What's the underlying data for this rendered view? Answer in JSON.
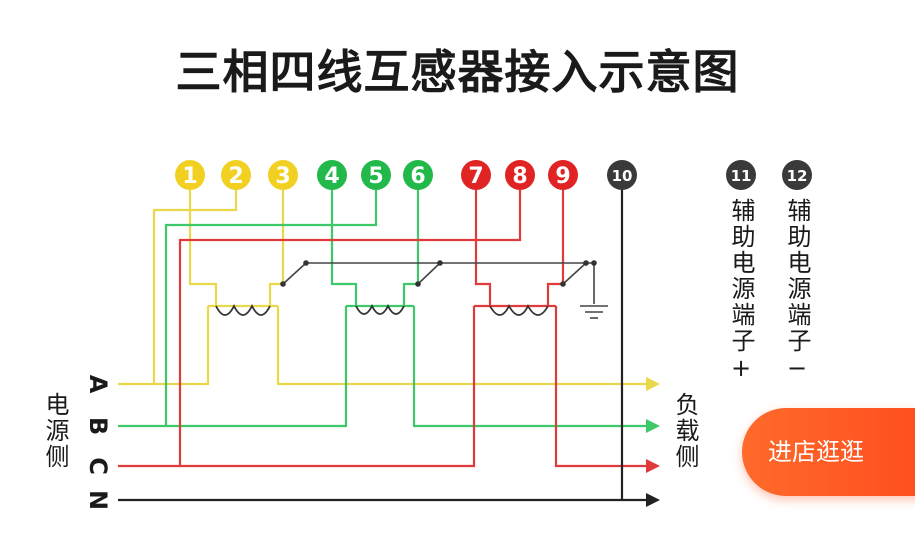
{
  "title": "三相四线互感器接入示意图",
  "terminals": [
    {
      "label": "1",
      "color": "#f2d022"
    },
    {
      "label": "2",
      "color": "#f2d022"
    },
    {
      "label": "3",
      "color": "#f2d022"
    },
    {
      "label": "4",
      "color": "#22b84a"
    },
    {
      "label": "5",
      "color": "#22b84a"
    },
    {
      "label": "6",
      "color": "#22b84a"
    },
    {
      "label": "7",
      "color": "#e02424"
    },
    {
      "label": "8",
      "color": "#e02424"
    },
    {
      "label": "9",
      "color": "#e02424"
    },
    {
      "label": "10",
      "color": "#3a3a3a"
    },
    {
      "label": "11",
      "color": "#3a3a3a"
    },
    {
      "label": "12",
      "color": "#3a3a3a"
    }
  ],
  "aux_terminal_plus": "辅助电源端子+",
  "aux_terminal_minus": "辅助电源端子−",
  "source_side": "电源侧",
  "load_side": "负载侧",
  "phases": [
    "A",
    "B",
    "C",
    "N"
  ],
  "colors": {
    "phase_a": "#e8d84a",
    "phase_b": "#3ec86a",
    "phase_c": "#e03a3a",
    "neutral": "#222222",
    "voltage_link": "#444444"
  },
  "shop_button": "进店逛逛"
}
